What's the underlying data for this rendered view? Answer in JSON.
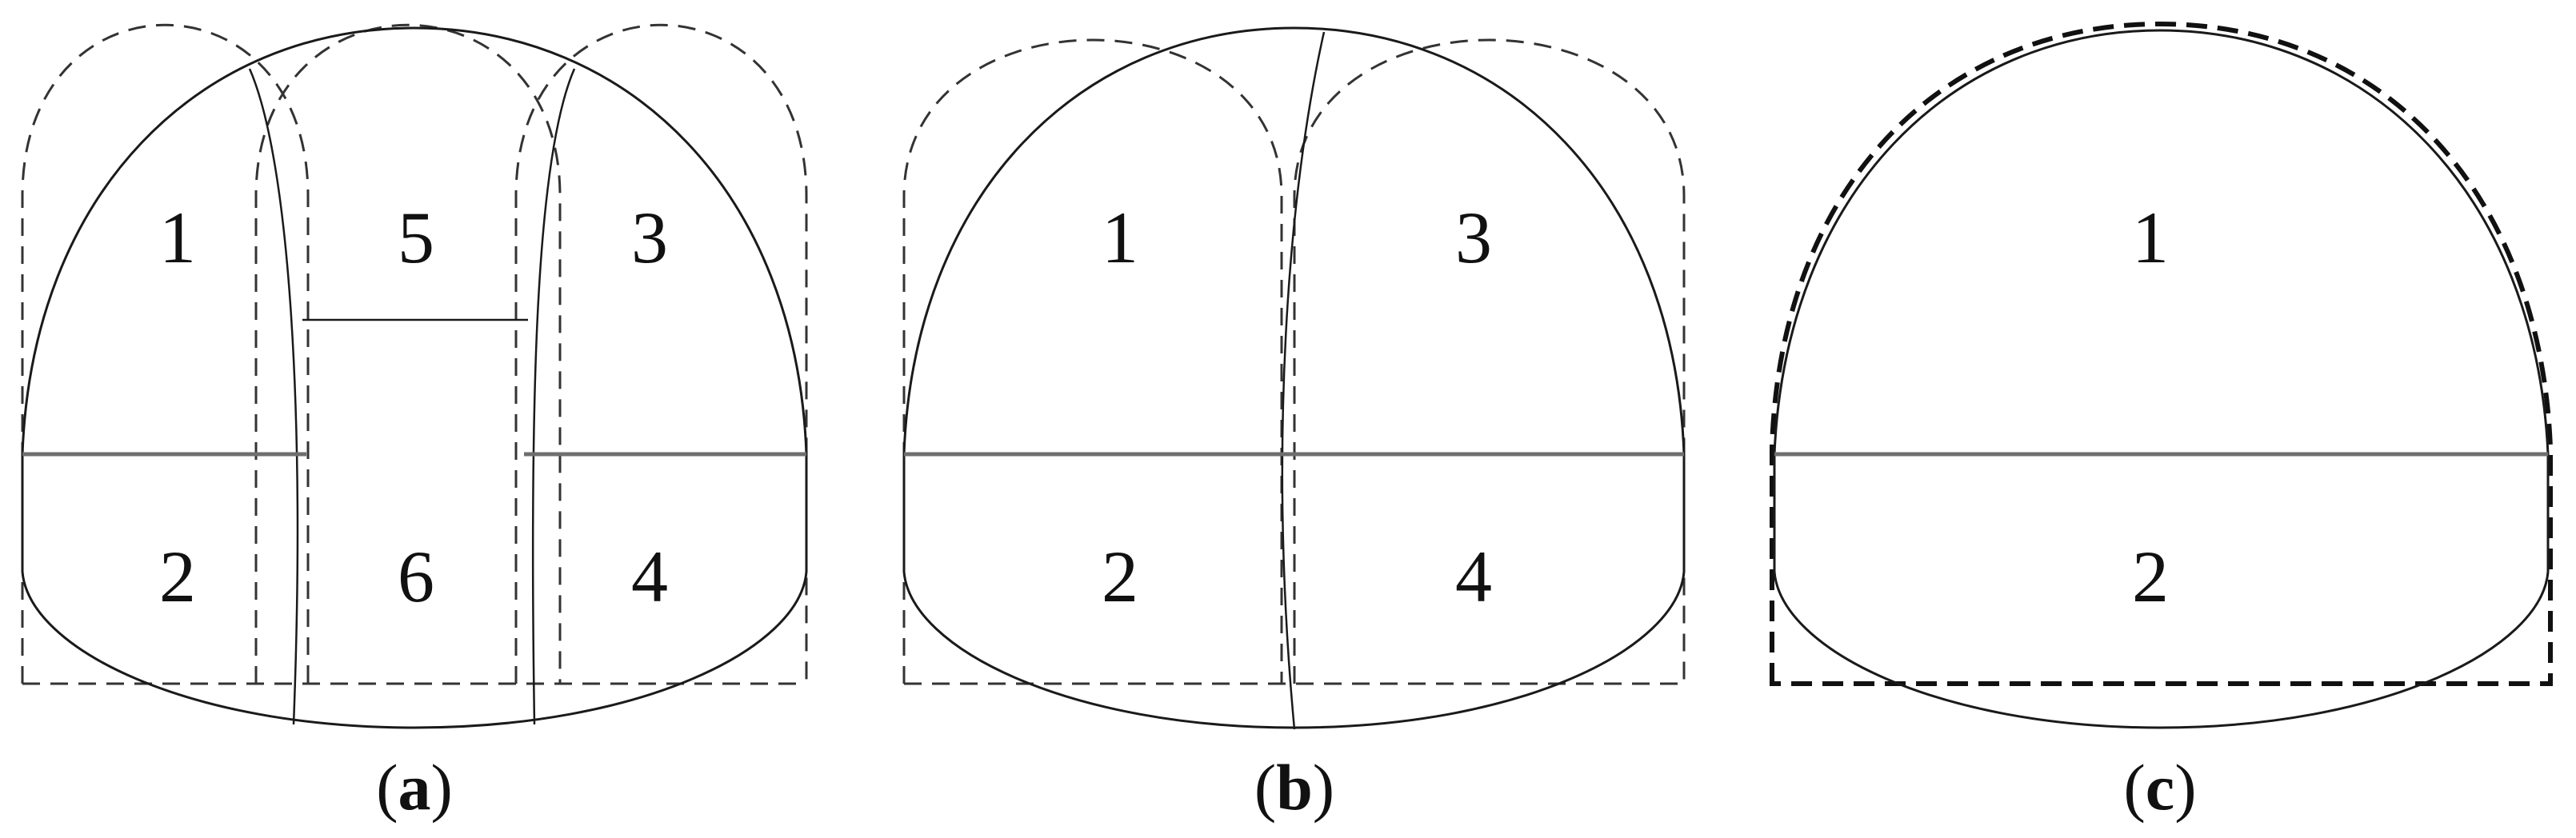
{
  "panels": [
    {
      "caption": {
        "open": "(",
        "letter": "a",
        "close": ")"
      },
      "regions": [
        "1",
        "2",
        "3",
        "4",
        "5",
        "6"
      ]
    },
    {
      "caption": {
        "open": "(",
        "letter": "b",
        "close": ")"
      },
      "regions": [
        "1",
        "2",
        "3",
        "4"
      ]
    },
    {
      "caption": {
        "open": "(",
        "letter": "c",
        "close": ")"
      },
      "regions": [
        "1",
        "2"
      ]
    }
  ]
}
